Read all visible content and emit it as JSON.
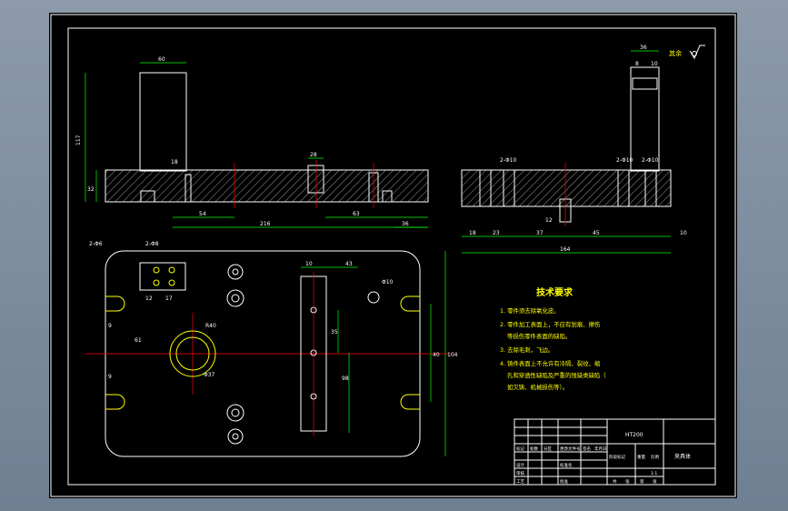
{
  "colors": {
    "background": "#000000",
    "outline": "#ffffff",
    "dimension": "#00ff00",
    "centerline": "#ff0000",
    "text": "#ffff00"
  },
  "roughness_note": "其余",
  "dimensions": {
    "top_width": "60",
    "height_total": "117",
    "height_base": "32",
    "d54": "54",
    "d216": "216",
    "d63": "63",
    "d36": "36",
    "d28": "28",
    "d18_chamfer": "18",
    "side_width": "36",
    "side_8": "8",
    "side_10": "10",
    "side_hole_left": "2-Φ10",
    "side_hole_mid": "2-Φ10",
    "side_hole_right": "2-Φ10",
    "side_12": "12",
    "side_18": "18",
    "side_23": "23",
    "side_37": "37",
    "side_45": "45",
    "side_164": "164",
    "side_10b": "10",
    "plan_holes_a": "2-Φ6",
    "plan_holes_b": "2-Φ8",
    "plan_12": "12",
    "plan_17": "17",
    "plan_r40": "R40",
    "plan_phi37": "Φ37",
    "plan_61": "61",
    "plan_9a": "9",
    "plan_9b": "9",
    "plan_10": "10",
    "plan_43": "43",
    "plan_35": "35",
    "plan_98": "98",
    "plan_40": "40",
    "plan_104": "104",
    "plan_phi10": "Φ10"
  },
  "tech_requirements": {
    "title": "技术要求",
    "items": [
      "1. 零件须去除氧化皮。",
      "2. 零件加工表面上，不应有划痕、擦伤",
      "等损伤零件表面的缺陷。",
      "3. 去除毛刺，飞边。",
      "4. 铸件表面上不允许有冷隔、裂纹、缩",
      "孔和穿透性缺陷及严重的残缺类缺陷（",
      "如欠铸、机械损伤等）。"
    ]
  },
  "title_block": {
    "material": "HT200",
    "part_name": "夹具体",
    "labels": [
      "标记",
      "处数",
      "分区",
      "更改文件号",
      "签名",
      "年月日",
      "设计",
      "标准化",
      "阶段标记",
      "重量",
      "比例",
      "审核",
      "工艺",
      "批准",
      "共",
      "张",
      "第",
      "张"
    ],
    "scale": "1:1"
  }
}
